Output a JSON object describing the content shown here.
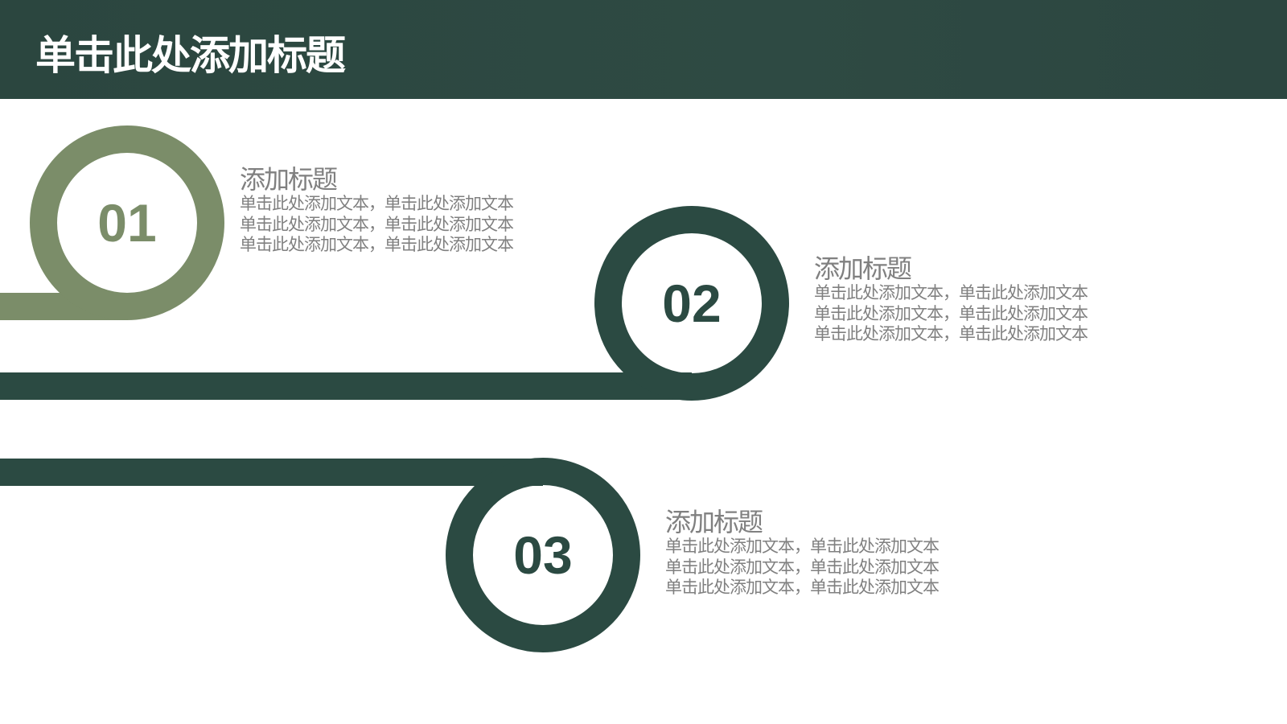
{
  "header": {
    "title": "单击此处添加标题"
  },
  "colors": {
    "header": "#2c4741",
    "step1": "#7b8d69",
    "dark": "#2b4a42",
    "text": "#808080"
  },
  "steps": [
    {
      "number": "01",
      "title": "添加标题",
      "lines": [
        "单击此处添加文本，单击此处添加文本",
        "单击此处添加文本，单击此处添加文本",
        "单击此处添加文本，单击此处添加文本"
      ]
    },
    {
      "number": "02",
      "title": "添加标题",
      "lines": [
        "单击此处添加文本，单击此处添加文本",
        "单击此处添加文本，单击此处添加文本",
        "单击此处添加文本，单击此处添加文本"
      ]
    },
    {
      "number": "03",
      "title": "添加标题",
      "lines": [
        "单击此处添加文本，单击此处添加文本",
        "单击此处添加文本，单击此处添加文本",
        "单击此处添加文本，单击此处添加文本"
      ]
    }
  ]
}
